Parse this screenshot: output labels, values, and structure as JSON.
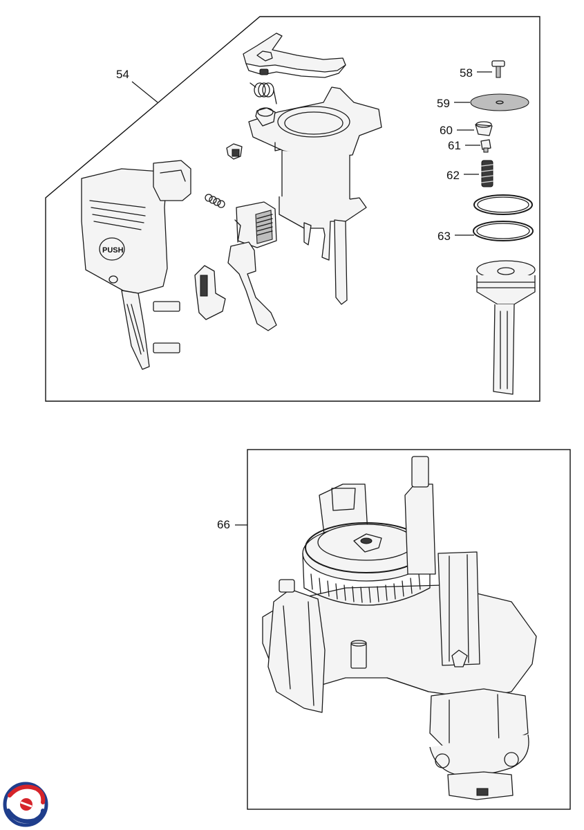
{
  "callouts": {
    "c54": "54",
    "c58": "58",
    "c59": "59",
    "c60": "60",
    "c61": "61",
    "c62": "62",
    "c63": "63",
    "c66": "66"
  },
  "stamp_text": "PUSH",
  "logo": {
    "colors": [
      "#1f3e8c",
      "#d6242a"
    ]
  }
}
